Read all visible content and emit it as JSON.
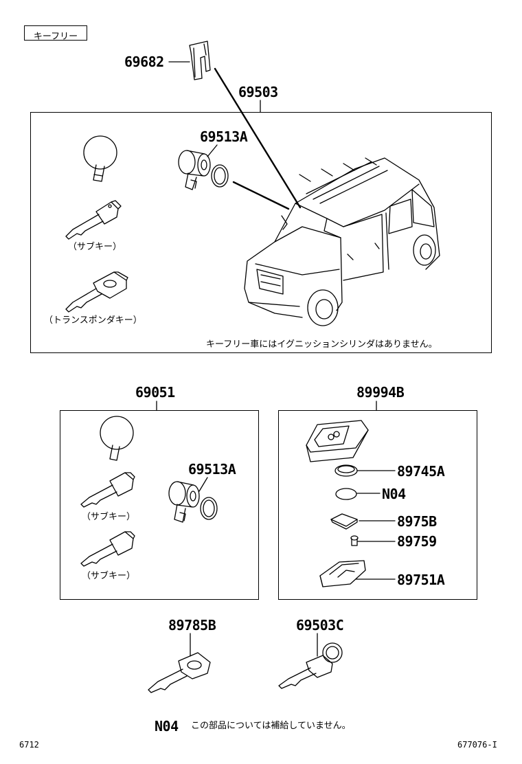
{
  "header": {
    "tag_label": "キーフリー"
  },
  "parts": {
    "p69682": "69682",
    "p69503": "69503",
    "p69513A_top": "69513A",
    "p69051": "69051",
    "p89994B": "89994B",
    "p69513A_mid": "69513A",
    "p89745A": "89745A",
    "pN04": "N04",
    "p8975B": "8975B",
    "p89759": "89759",
    "p89751A": "89751A",
    "p89785B": "89785B",
    "p69503C": "69503C"
  },
  "captions": {
    "sub_key_1": "（サブキー）",
    "transponder_key": "（トランスポンダキー）",
    "sub_key_2": "（サブキー）",
    "sub_key_3": "（サブキー）"
  },
  "notes": {
    "keyfree_note": "キーフリー車にはイグニッションシリンダはありません。",
    "footnote_code": "N04",
    "footnote_text": "この部品については補給していません。"
  },
  "footer": {
    "left_code": "6712",
    "right_code": "677076-I"
  }
}
